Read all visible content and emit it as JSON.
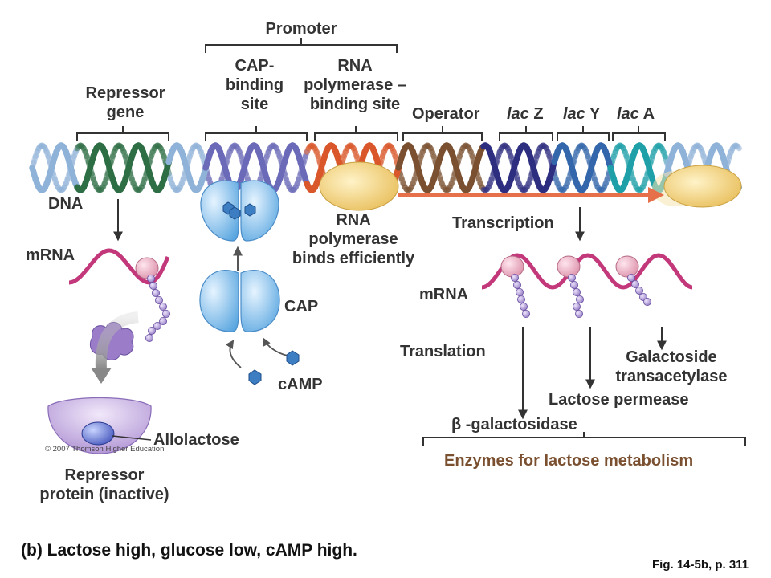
{
  "labels": {
    "promoter": "Promoter",
    "cap_binding_site": [
      "CAP-",
      "binding",
      "site"
    ],
    "rna_pol_binding_site": [
      "RNA",
      "polymerase –",
      "binding site"
    ],
    "repressor_gene": [
      "Repressor",
      "gene"
    ],
    "operator": "Operator",
    "lac_z": {
      "italic": "lac",
      "rest": " Z"
    },
    "lac_y": {
      "italic": "lac",
      "rest": " Y"
    },
    "lac_a": {
      "italic": "lac",
      "rest": " A"
    },
    "dna": "DNA",
    "mrna_left": "mRNA",
    "rna_pol_binds": [
      "RNA",
      "polymerase",
      "binds efficiently"
    ],
    "transcription": "Transcription",
    "cap": "CAP",
    "camp": "cAMP",
    "mrna_right": "mRNA",
    "translation": "Translation",
    "galactoside": [
      "Galactoside",
      "transacetylase"
    ],
    "permease": "Lactose permease",
    "galactosidase": "β -galactosidase",
    "enzymes": "Enzymes for lactose metabolism",
    "allolactose": "Allolactose",
    "repressor_protein": [
      "Repressor",
      "protein (inactive)"
    ],
    "copyright": "© 2007 Thomson Higher Education",
    "caption": "(b) Lactose high, glucose low, cAMP high.",
    "fig_ref": "Fig. 14-5b, p. 311"
  },
  "colors": {
    "text": "#333333",
    "enzymes_text": "#7a5030",
    "dna_light": "#8fb2d8",
    "repressor_gene": "#2e6e45",
    "cap_site": "#6a6ab8",
    "rna_pol_site": "#d9572a",
    "operator": "#7a5030",
    "lac_z": "#2e2e80",
    "lac_y": "#3366aa",
    "lac_a": "#1fa0a8",
    "rna_polymerase": "#f1d080",
    "cap_protein": "#7ab8ea",
    "camp": "#3d7ec2",
    "mrna": "#c2387a",
    "ribosome": "#f2b8c8",
    "polypeptide": "#b5a2dc",
    "repressor": "#c9b4e6",
    "transcription_arrow": "#e5704a"
  }
}
